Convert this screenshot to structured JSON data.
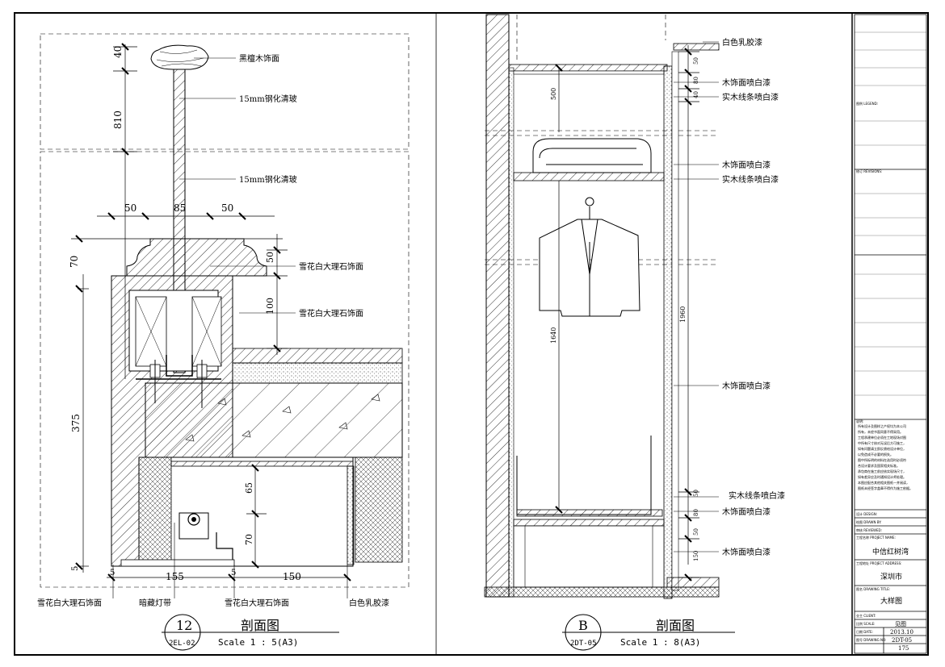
{
  "left_section": {
    "number": "12",
    "ref": "2EL-02",
    "title": "剖面图",
    "scale": "Scale 1 : 5(A3)",
    "dims": {
      "top_rail_h": "40",
      "glass_upper": "810",
      "base_left": "50",
      "center": "85",
      "base_right": "50",
      "rail_70": "70",
      "marble_50": "50",
      "marble_100": "100",
      "body_375": "375",
      "gap_65": "65",
      "gap_70": "70",
      "bottom_5a": "5",
      "bottom_155": "155",
      "bottom_5b": "5",
      "bottom_150": "150",
      "left_5": "5"
    },
    "labels": {
      "ebony": "黑檀木饰面",
      "glass1": "15mm钢化清玻",
      "glass2": "15mm钢化清玻",
      "marble1": "雪花白大理石饰面",
      "marble2": "雪花白大理石饰面",
      "bottom_marble_left": "雪花白大理石饰面",
      "bottom_light": "暗藏灯带",
      "bottom_marble_right": "雪花白大理石饰面",
      "bottom_paint": "白色乳胶漆"
    }
  },
  "right_section": {
    "number": "B",
    "ref": "2DT-05",
    "title": "剖面图",
    "scale": "Scale 1 : 8(A3)",
    "dims": {
      "d500": "500",
      "d1640": "1640",
      "d1960": "1960",
      "d50a": "50",
      "d80a": "80",
      "d40": "40",
      "d50b": "50",
      "d80b": "80",
      "d50c": "50",
      "d150": "150"
    },
    "labels": {
      "l1": "白色乳胶漆",
      "l2": "木饰面喷白漆",
      "l3": "实木线条喷白漆",
      "l4": "木饰面喷白漆",
      "l5": "实木线条喷白漆",
      "l6": "木饰面喷白漆",
      "l7": "实木线条喷白漆",
      "l8": "木饰面喷白漆",
      "l9": "木饰面喷白漆"
    }
  },
  "title_block": {
    "legend_label": "图例 LEGEND:",
    "revisions_label": "修订 REVISIONS:",
    "notes_label": "说明:",
    "notes": [
      "所有设计及图样之产权均为本公司",
      "所有，未经书面同意不得采用。",
      "工程承建单位必须在工地现场对图",
      "中所有尺寸核对无误后方可施工，",
      "如有问题请立即反馈给设计单位，",
      "以免造成不必要的损失。",
      "图中所标明的材料在选用时必须符",
      "合设计要求及国家相关标准。",
      "承包商在施工前应核实现场尺寸，",
      "如有差异应及时通知设计师处理。",
      "本图应配合其他相关图纸一并阅读，",
      "图纸未经签字盖章不得作为施工依据。"
    ],
    "design_label": "设计 DESIGN:",
    "drawn_label": "绘图 DRAWN BY:",
    "checked_label": "审核 REVIEWED:",
    "project_label": "工程名称 PROJECT NAME:",
    "project_name": "中信红树湾",
    "address_label": "工程地址 PROJECT ADDRESS:",
    "address": "深圳市",
    "drawing_title_label": "图名 DRAWING TITLE:",
    "drawing_title": "大样图",
    "client_label": "业主 CLIENT:",
    "scale_label": "比例 SCALE:",
    "scale_value": "见图",
    "date_label": "日期 DATE:",
    "date_value": "2013.10",
    "drawing_no_label": "图号 DRAWING NO:",
    "drawing_no_value": "2DT-05",
    "page_value": "175"
  }
}
